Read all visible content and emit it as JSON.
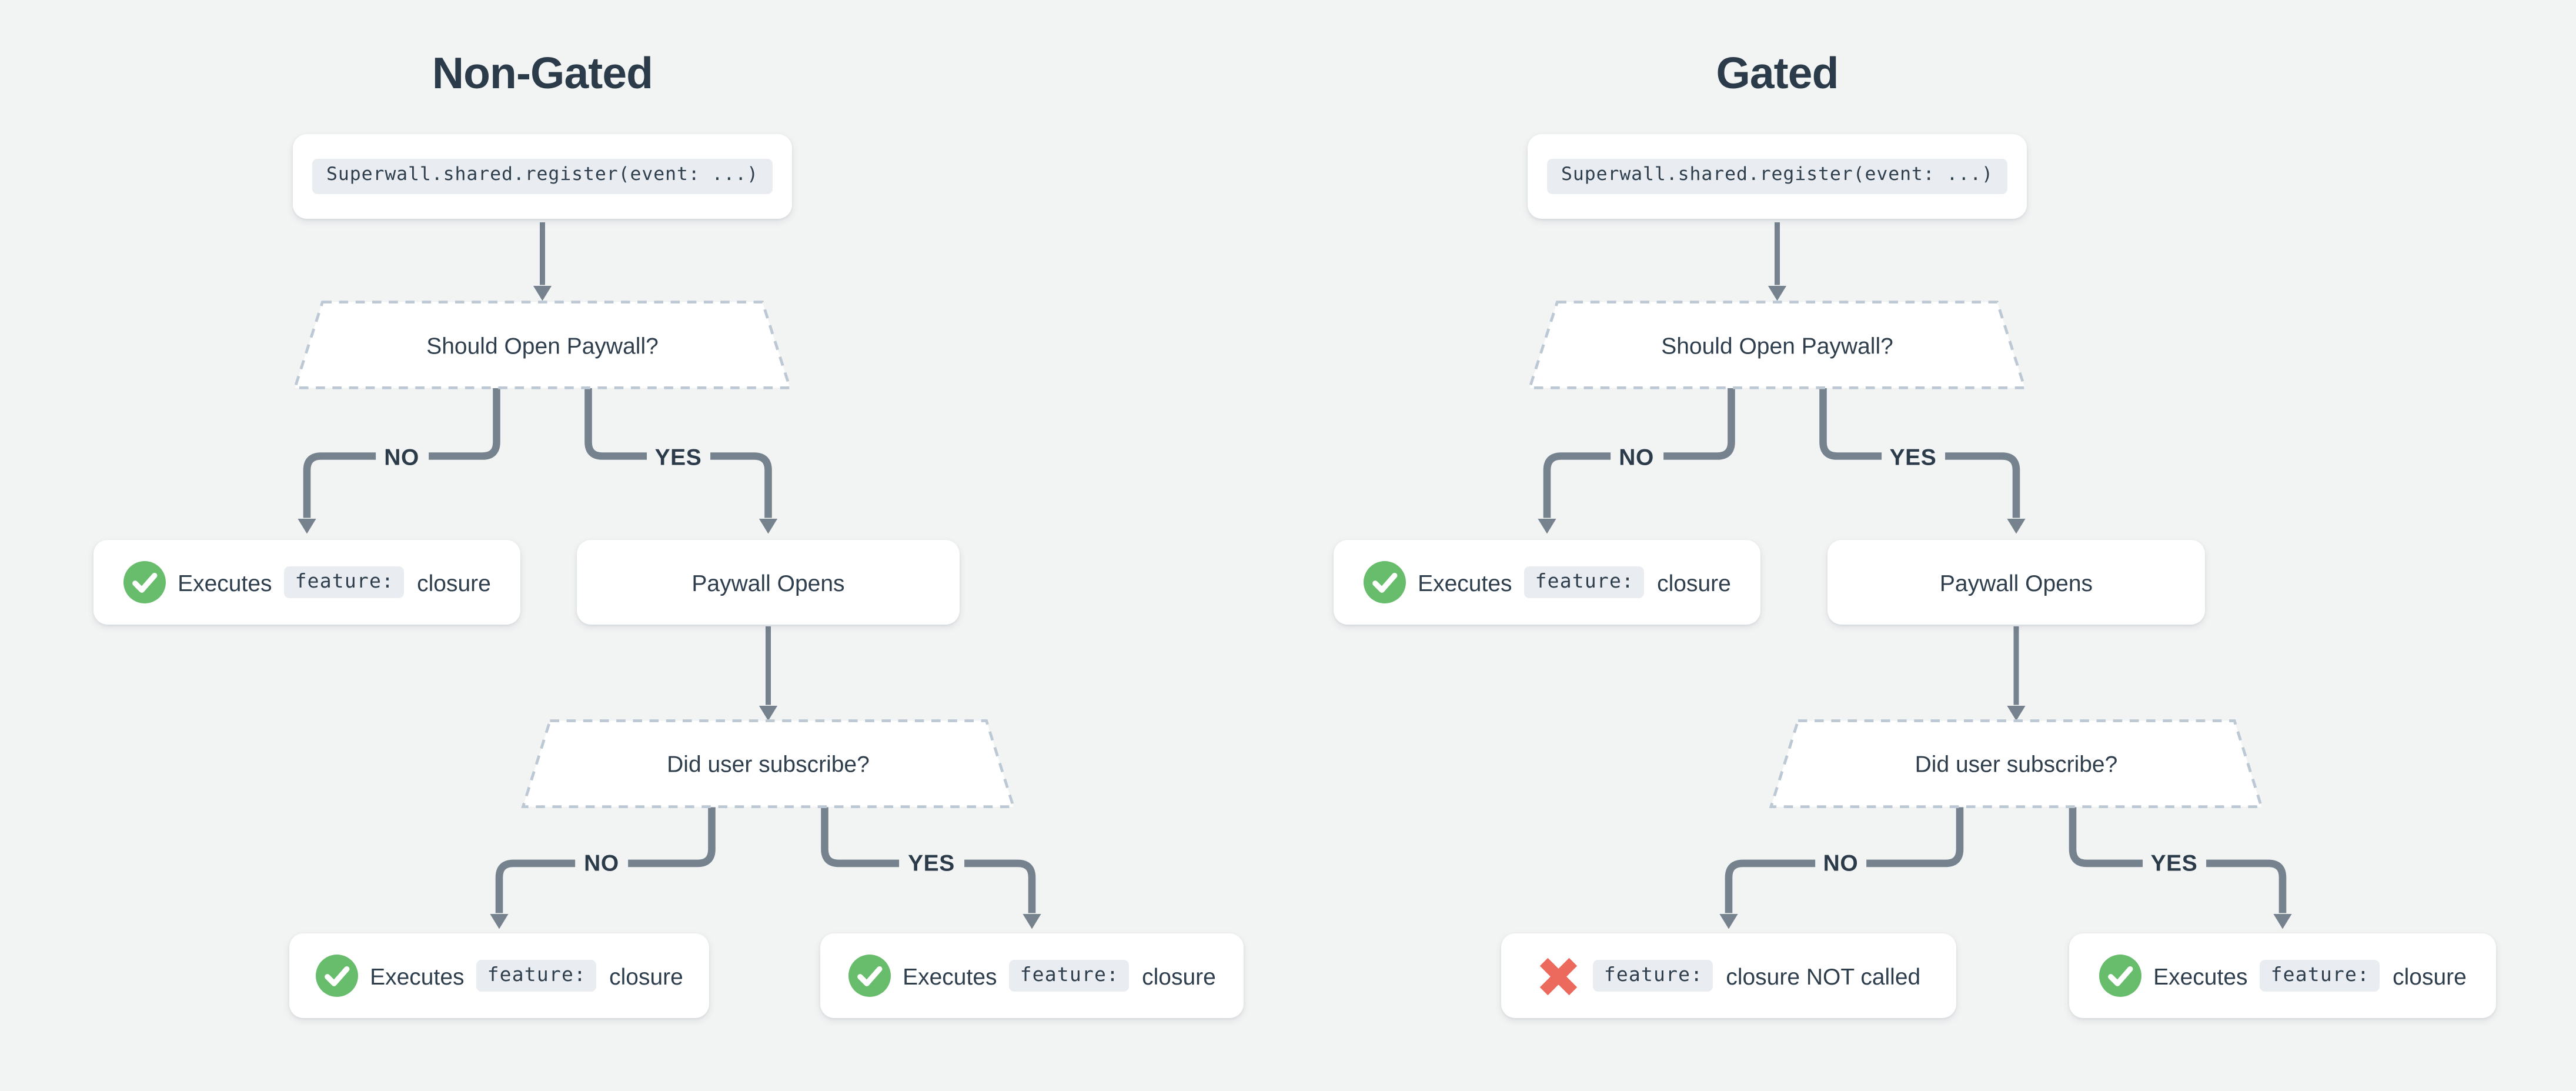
{
  "diagram": {
    "colors": {
      "background": "#f2f4f4",
      "card_background": "#ffffff",
      "text": "#2f3e4c",
      "connector": "#76838f",
      "dashed_border": "#bcc8d3",
      "chip_background": "#e9edf1",
      "success_green": "#67bd6b",
      "failure_red": "#ec695d"
    },
    "icons": {
      "success": "check-circle-icon",
      "failure": "x-icon"
    },
    "columns": [
      {
        "title": "Non-Gated",
        "code": "Superwall.shared.register(event: ...)",
        "decision1": "Should Open Paywall?",
        "branch1_no": "NO",
        "branch1_yes": "YES",
        "node_feature": {
          "prefix": "Executes",
          "chip": "feature:",
          "suffix": "closure"
        },
        "node_paywall": "Paywall Opens",
        "decision2": "Did user subscribe?",
        "branch2_no": "NO",
        "branch2_yes": "YES",
        "outcome_no": {
          "prefix": "Executes",
          "chip": "feature:",
          "suffix": "closure"
        },
        "outcome_yes": {
          "prefix": "Executes",
          "chip": "feature:",
          "suffix": "closure"
        }
      },
      {
        "title": "Gated",
        "code": "Superwall.shared.register(event: ...)",
        "decision1": "Should Open Paywall?",
        "branch1_no": "NO",
        "branch1_yes": "YES",
        "node_feature": {
          "prefix": "Executes",
          "chip": "feature:",
          "suffix": "closure"
        },
        "node_paywall": "Paywall Opens",
        "decision2": "Did user subscribe?",
        "branch2_no": "NO",
        "branch2_yes": "YES",
        "outcome_no": {
          "chip": "feature:",
          "suffix": "closure NOT called"
        },
        "outcome_yes": {
          "prefix": "Executes",
          "chip": "feature:",
          "suffix": "closure"
        }
      }
    ]
  }
}
